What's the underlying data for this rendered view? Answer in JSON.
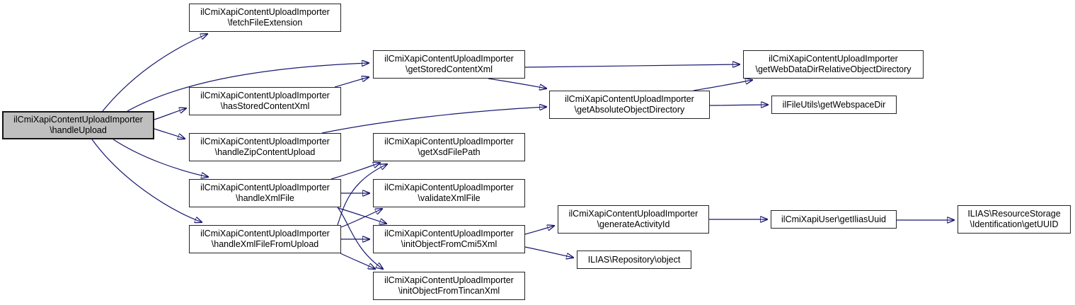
{
  "diagram": {
    "type": "call-graph",
    "root_function": "ilCmiXapiContentUploadImporter\\handleUpload",
    "colors": {
      "background": "#ffffff",
      "edge": "#191970",
      "node_fill": "#ffffff",
      "node_border": "#242424",
      "root_node_fill": "#bfbfbf",
      "text": "#000000"
    },
    "nodes": [
      {
        "id": "handleUpload",
        "line1": "ilCmiXapiContentUploadImporter",
        "line2": "\\handleUpload"
      },
      {
        "id": "fetchFileExtension",
        "line1": "ilCmiXapiContentUploadImporter",
        "line2": "\\fetchFileExtension"
      },
      {
        "id": "hasStoredContentXml",
        "line1": "ilCmiXapiContentUploadImporter",
        "line2": "\\hasStoredContentXml"
      },
      {
        "id": "handleZipContentUpload",
        "line1": "ilCmiXapiContentUploadImporter",
        "line2": "\\handleZipContentUpload"
      },
      {
        "id": "handleXmlFile",
        "line1": "ilCmiXapiContentUploadImporter",
        "line2": "\\handleXmlFile"
      },
      {
        "id": "handleXmlFileFromUpload",
        "line1": "ilCmiXapiContentUploadImporter",
        "line2": "\\handleXmlFileFromUpload"
      },
      {
        "id": "getStoredContentXml",
        "line1": "ilCmiXapiContentUploadImporter",
        "line2": "\\getStoredContentXml"
      },
      {
        "id": "getXsdFilePath",
        "line1": "ilCmiXapiContentUploadImporter",
        "line2": "\\getXsdFilePath"
      },
      {
        "id": "validateXmlFile",
        "line1": "ilCmiXapiContentUploadImporter",
        "line2": "\\validateXmlFile"
      },
      {
        "id": "initObjectFromCmi5Xml",
        "line1": "ilCmiXapiContentUploadImporter",
        "line2": "\\initObjectFromCmi5Xml"
      },
      {
        "id": "initObjectFromTincanXml",
        "line1": "ilCmiXapiContentUploadImporter",
        "line2": "\\initObjectFromTincanXml"
      },
      {
        "id": "getAbsoluteObjectDirectory",
        "line1": "ilCmiXapiContentUploadImporter",
        "line2": "\\getAbsoluteObjectDirectory"
      },
      {
        "id": "generateActivityId",
        "line1": "ilCmiXapiContentUploadImporter",
        "line2": "\\generateActivityId"
      },
      {
        "id": "repositoryObject",
        "line1": "ILIAS\\Repository\\object",
        "line2": ""
      },
      {
        "id": "getWebDataDirRelativeObjectDirectory",
        "line1": "ilCmiXapiContentUploadImporter",
        "line2": "\\getWebDataDirRelativeObjectDirectory"
      },
      {
        "id": "getWebspaceDir",
        "line1": "ilFileUtils\\getWebspaceDir",
        "line2": ""
      },
      {
        "id": "getIliasUuid",
        "line1": "ilCmiXapiUser\\getIliasUuid",
        "line2": ""
      },
      {
        "id": "getUUID",
        "line1": "ILIAS\\ResourceStorage",
        "line2": "\\Identification\\getUUID"
      }
    ],
    "edges": [
      {
        "from": "handleUpload",
        "to": "fetchFileExtension"
      },
      {
        "from": "handleUpload",
        "to": "getStoredContentXml"
      },
      {
        "from": "handleUpload",
        "to": "hasStoredContentXml"
      },
      {
        "from": "handleUpload",
        "to": "handleZipContentUpload"
      },
      {
        "from": "handleUpload",
        "to": "handleXmlFile"
      },
      {
        "from": "handleUpload",
        "to": "handleXmlFileFromUpload"
      },
      {
        "from": "hasStoredContentXml",
        "to": "getStoredContentXml"
      },
      {
        "from": "getStoredContentXml",
        "to": "getWebDataDirRelativeObjectDirectory"
      },
      {
        "from": "getStoredContentXml",
        "to": "getAbsoluteObjectDirectory"
      },
      {
        "from": "handleZipContentUpload",
        "to": "getAbsoluteObjectDirectory"
      },
      {
        "from": "getAbsoluteObjectDirectory",
        "to": "getWebDataDirRelativeObjectDirectory"
      },
      {
        "from": "getAbsoluteObjectDirectory",
        "to": "getWebspaceDir"
      },
      {
        "from": "handleXmlFile",
        "to": "getXsdFilePath"
      },
      {
        "from": "handleXmlFile",
        "to": "validateXmlFile"
      },
      {
        "from": "handleXmlFile",
        "to": "initObjectFromCmi5Xml"
      },
      {
        "from": "handleXmlFile",
        "to": "initObjectFromTincanXml"
      },
      {
        "from": "handleXmlFileFromUpload",
        "to": "getXsdFilePath"
      },
      {
        "from": "handleXmlFileFromUpload",
        "to": "validateXmlFile"
      },
      {
        "from": "handleXmlFileFromUpload",
        "to": "initObjectFromCmi5Xml"
      },
      {
        "from": "handleXmlFileFromUpload",
        "to": "initObjectFromTincanXml"
      },
      {
        "from": "initObjectFromCmi5Xml",
        "to": "generateActivityId"
      },
      {
        "from": "initObjectFromCmi5Xml",
        "to": "repositoryObject"
      },
      {
        "from": "generateActivityId",
        "to": "getIliasUuid"
      },
      {
        "from": "getIliasUuid",
        "to": "getUUID"
      }
    ]
  }
}
